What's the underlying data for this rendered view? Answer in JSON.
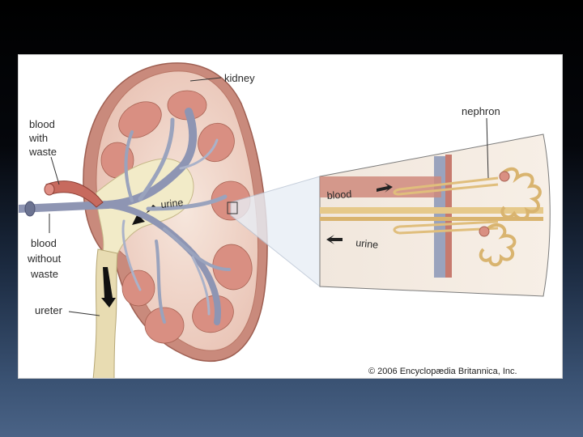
{
  "diagram": {
    "labels": {
      "kidney": "kidney",
      "blood_with_waste": [
        "blood",
        "with",
        "waste"
      ],
      "blood_without_waste": [
        "blood",
        "without",
        "waste"
      ],
      "ureter": "ureter",
      "urine_inner": "urine",
      "nephron": "nephron",
      "blood_inset": "blood",
      "urine_inset": "urine"
    },
    "copyright": "© 2006 Encyclopædia Britannica, Inc.",
    "colors": {
      "kidney_capsule": "#c98a7c",
      "kidney_tissue": "#f0d5cb",
      "pyramid": "#d98f82",
      "vein": "#9aa3bd",
      "pelvis": "#f2ebc8",
      "nephron_tube": "#e6c98a",
      "background_top": "#000000",
      "background_bottom": "#4a6386"
    }
  }
}
